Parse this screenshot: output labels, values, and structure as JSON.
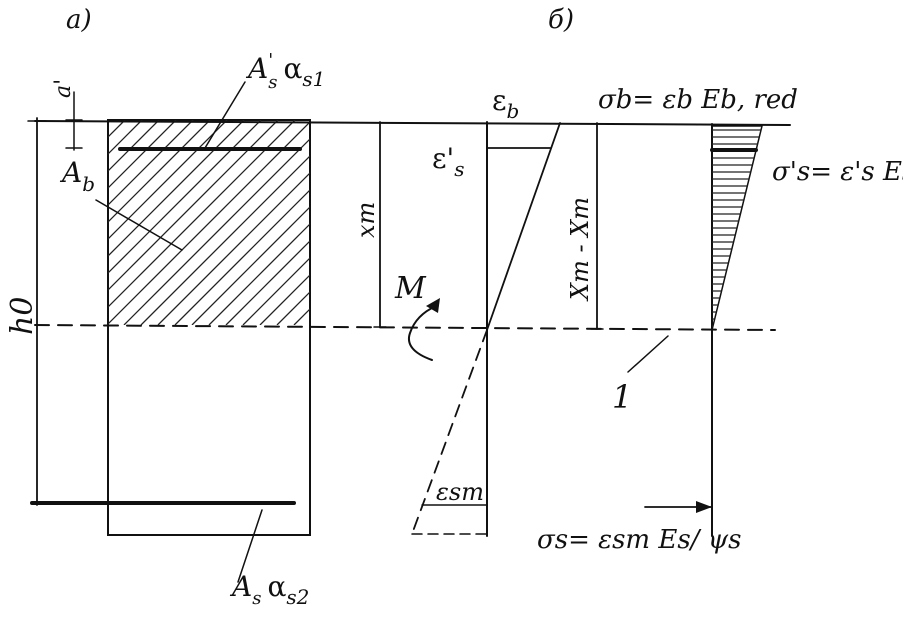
{
  "panel_a_label": "а)",
  "panel_b_label": "б)",
  "labels": {
    "a_prime": "a'",
    "h0": "h0",
    "Ab_A": "A",
    "Ab_sub": "b",
    "top_steel_A": "A",
    "top_steel_prime": "'",
    "top_steel_sub": "s",
    "top_steel_alpha": "α",
    "top_steel_alpha_sub": "s1",
    "bot_steel_A": "A",
    "bot_steel_sub": "s",
    "bot_steel_alpha": "α",
    "bot_steel_alpha_sub": "s2",
    "eps_b": "ε",
    "eps_b_sub": "b",
    "eps_s_prime": "ε'",
    "eps_s_prime_sub": "s",
    "xm": "xm",
    "moment": "M",
    "xm_minus_xm": "Xm - Xm",
    "eps_sm": "εsm",
    "line_one": "1",
    "sigma_b_formula": "σb= εb Eb, red",
    "sigma_s_prime_formula": "σ's= ε's Es",
    "sigma_s_formula": "σs= εsm Es/ ψs"
  }
}
